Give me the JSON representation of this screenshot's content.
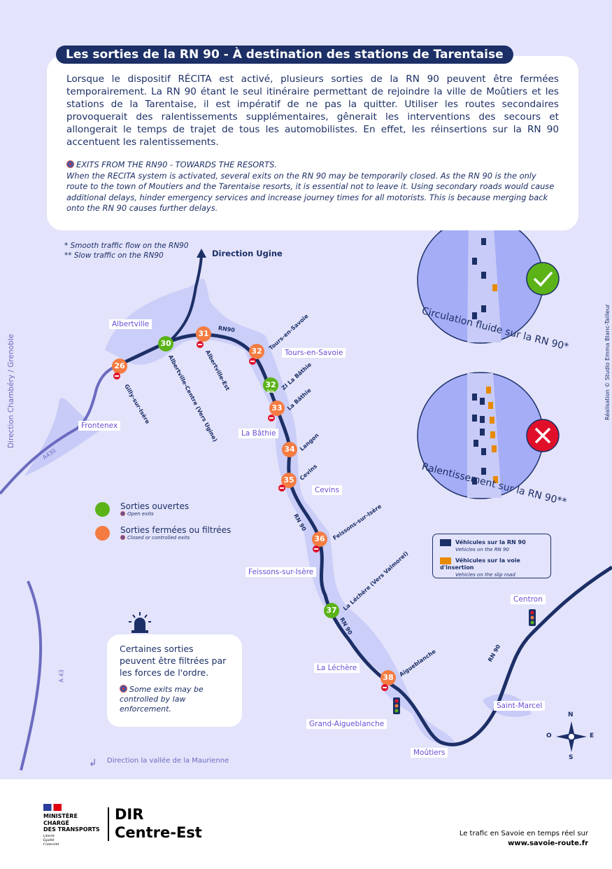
{
  "title": "Les sorties de la RN 90 - À destination des stations de Tarentaise",
  "intro": {
    "fr": "Lorsque le dispositif RÉCITA est activé, plusieurs sorties de la RN 90 peuvent être fermées temporairement. La RN 90 étant le seul itinéraire permettant de rejoindre la ville de Moûtiers et les stations de la Tarentaise, il est impératif de ne pas la quitter. Utiliser les routes secondaires provoquerait des ralentissements supplémentaires, gênerait les interventions des secours et allongerait le temps de trajet de tous les automobilistes. En effet, les réinsertions sur la RN 90 accentuent les ralentissements.",
    "en_title": "EXITS FROM THE RN90 - TOWARDS THE RESORTS.",
    "en": "When the RECITA system is activated, several exits on the RN 90 may be temporarily closed. As the RN 90 is the only route to the town of Moutiers and the Tarentaise resorts, it is essential not to leave it. Using secondary roads would cause additional delays, hinder emergency services and increase journey times for all motorists. This is because merging back onto the RN 90 causes further delays."
  },
  "notes": [
    "* Smooth traffic flow on the RN90",
    "** Slow traffic on the RN90"
  ],
  "directions": {
    "ugine": "Direction Ugine",
    "chambery": "Direction Chambéry / Grenoble",
    "maurienne": "Direction la vallée de la Maurienne"
  },
  "roads": {
    "rn90": "RN90",
    "rn90b": "RN 90",
    "a430": "A430",
    "a43": "A 43"
  },
  "towns": [
    "Albertville",
    "Tours-en-Savoie",
    "Frontenex",
    "La Bâthie",
    "Cevins",
    "Feissons-sur-Isère",
    "La Léchère",
    "Grand-Aigueblanche",
    "Moûtiers",
    "Saint-Marcel",
    "Centron"
  ],
  "exits": [
    {
      "number": "26",
      "status": "closed",
      "label": "Gilly-sur-Isère"
    },
    {
      "number": "30",
      "status": "open",
      "label": "Albertville-Centre (Vers Ugine)"
    },
    {
      "number": "31",
      "status": "closed",
      "label": "Albertville-Est"
    },
    {
      "number": "32",
      "status": "closed",
      "label": "Tours-en-Savoie"
    },
    {
      "number": "32",
      "suffix": "bis",
      "status": "open",
      "label": "ZI La Bâthie"
    },
    {
      "number": "33",
      "status": "closed",
      "label": "La Bâthie"
    },
    {
      "number": "34",
      "status": "closed",
      "label": "Langon"
    },
    {
      "number": "35",
      "status": "closed",
      "label": "Cevins"
    },
    {
      "number": "36",
      "status": "closed",
      "label": "Feissons-sur-Isère"
    },
    {
      "number": "37",
      "status": "open",
      "label": "La Léchère (Vers Valmorel)"
    },
    {
      "number": "38",
      "status": "closed",
      "label": "Aigueblanche"
    }
  ],
  "legend": {
    "open": "Sorties ouvertes",
    "open_en": "Open exits",
    "closed": "Sorties fermées ou filtrées",
    "closed_en": "Closed or controlled exits"
  },
  "vehicles": {
    "rn90": "Véhicules sur la RN 90",
    "rn90_en": "Vehicles on the RN 90",
    "slip": "Véhicules sur la voie d'insertion",
    "slip_en": "Vehicles on the slip road"
  },
  "circles": {
    "smooth": "Circulation fluide sur la RN 90*",
    "slow": "Ralentissement sur la RN 90**"
  },
  "callout": {
    "fr": "Certaines sorties peuvent être filtrées par les forces de l'ordre.",
    "en": "Some exits may be controlled by law enforcement."
  },
  "compass": {
    "n": "N",
    "s": "S",
    "e": "E",
    "o": "O"
  },
  "credit": "Réalisation © Studio Emma Blanc-Tailleur",
  "footer": {
    "ministry": [
      "MINISTÈRE",
      "CHARGÉ",
      "DES TRANSPORTS"
    ],
    "motto": [
      "Liberté",
      "Égalité",
      "Fraternité"
    ],
    "dir": [
      "DIR",
      "Centre-Est"
    ],
    "realtime": "Le trafic en Savoie en temps réel sur",
    "url": "www.savoie-route.fr"
  },
  "colors": {
    "navy": "#1c2f66",
    "orange": "#f47c42",
    "green": "#5bb318",
    "red": "#e0102a",
    "background": "#e3e3fb",
    "town": "#6a4fd6",
    "slip": "#e88a00"
  }
}
